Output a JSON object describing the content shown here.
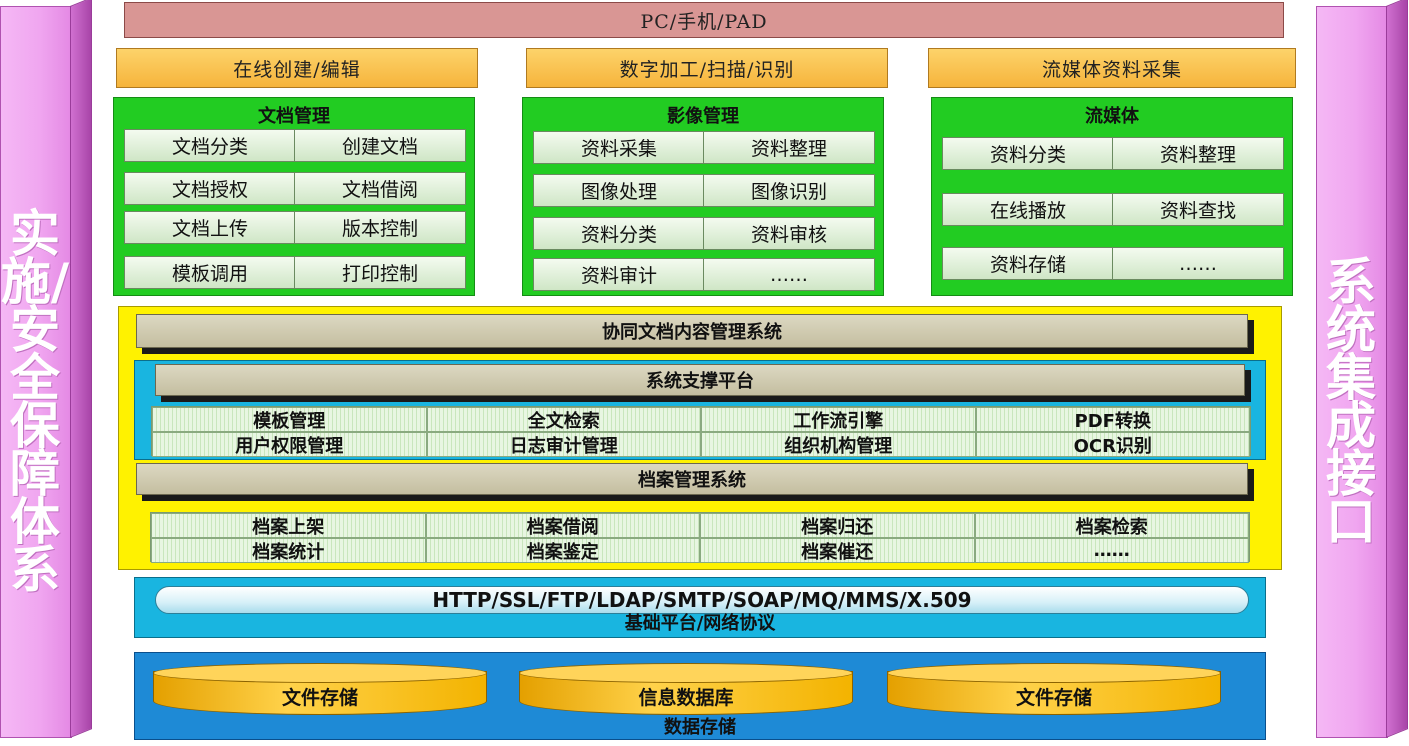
{
  "left_pillar": "实施/安全保障体系",
  "right_pillar": "系统集成接口",
  "top_bar": "PC/手机/PAD",
  "channels": [
    "在线创建/编辑",
    "数字加工/扫描/识别",
    "流媒体资料采集"
  ],
  "modules": [
    {
      "title": "文档管理",
      "items": [
        "文档分类",
        "创建文档",
        "文档授权",
        "文档借阅",
        "文档上传",
        "版本控制",
        "模板调用",
        "打印控制"
      ]
    },
    {
      "title": "影像管理",
      "items": [
        "资料采集",
        "资料整理",
        "图像处理",
        "图像识别",
        "资料分类",
        "资料审核",
        "资料审计",
        "……"
      ]
    },
    {
      "title": "流媒体",
      "items": [
        "资料分类",
        "资料整理",
        "在线播放",
        "资料查找",
        "资料存储",
        "……"
      ]
    }
  ],
  "core": {
    "title": "协同文档内容管理系统",
    "support": {
      "title": "系统支撑平台",
      "items": [
        "模板管理",
        "全文检索",
        "工作流引擎",
        "PDF转换",
        "用户权限管理",
        "日志审计管理",
        "组织机构管理",
        "OCR识别"
      ]
    },
    "archive": {
      "title": "档案管理系统",
      "items": [
        "档案上架",
        "档案借阅",
        "档案归还",
        "档案检索",
        "档案统计",
        "档案鉴定",
        "档案催还",
        "……"
      ]
    }
  },
  "network": {
    "protocols": "HTTP/SSL/FTP/LDAP/SMTP/SOAP/MQ/MMS/X.509",
    "label": "基础平台/网络协议"
  },
  "storage": {
    "items": [
      "文件存储",
      "信息数据库",
      "文件存储"
    ],
    "label": "数据存储"
  }
}
